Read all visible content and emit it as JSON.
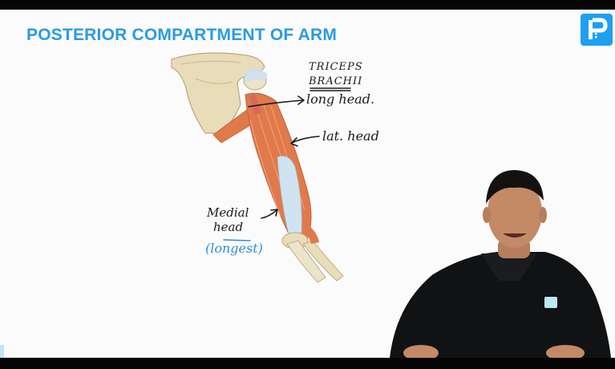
{
  "slide": {
    "title": "POSTERIOR COMPARTMENT OF ARM"
  },
  "annotations": {
    "triceps_line1": "TRICEPS",
    "triceps_line2": "BRACHII",
    "long_head": "long head.",
    "lat_head": "lat. head",
    "medial_line1": "Medial",
    "medial_line2": "head",
    "longest": "(longest)"
  },
  "colors": {
    "title": "#2b9be3",
    "logo_bg": "#1e9ff2",
    "muscle": "#e07a4a",
    "tendon": "#cfe3f0",
    "bone": "#e8dcb9",
    "ink": "#1a1a1a",
    "blue_ink": "#2a8fd6",
    "shirt": "#101214"
  },
  "icons": {
    "logo": "brand-p-logo-icon"
  }
}
